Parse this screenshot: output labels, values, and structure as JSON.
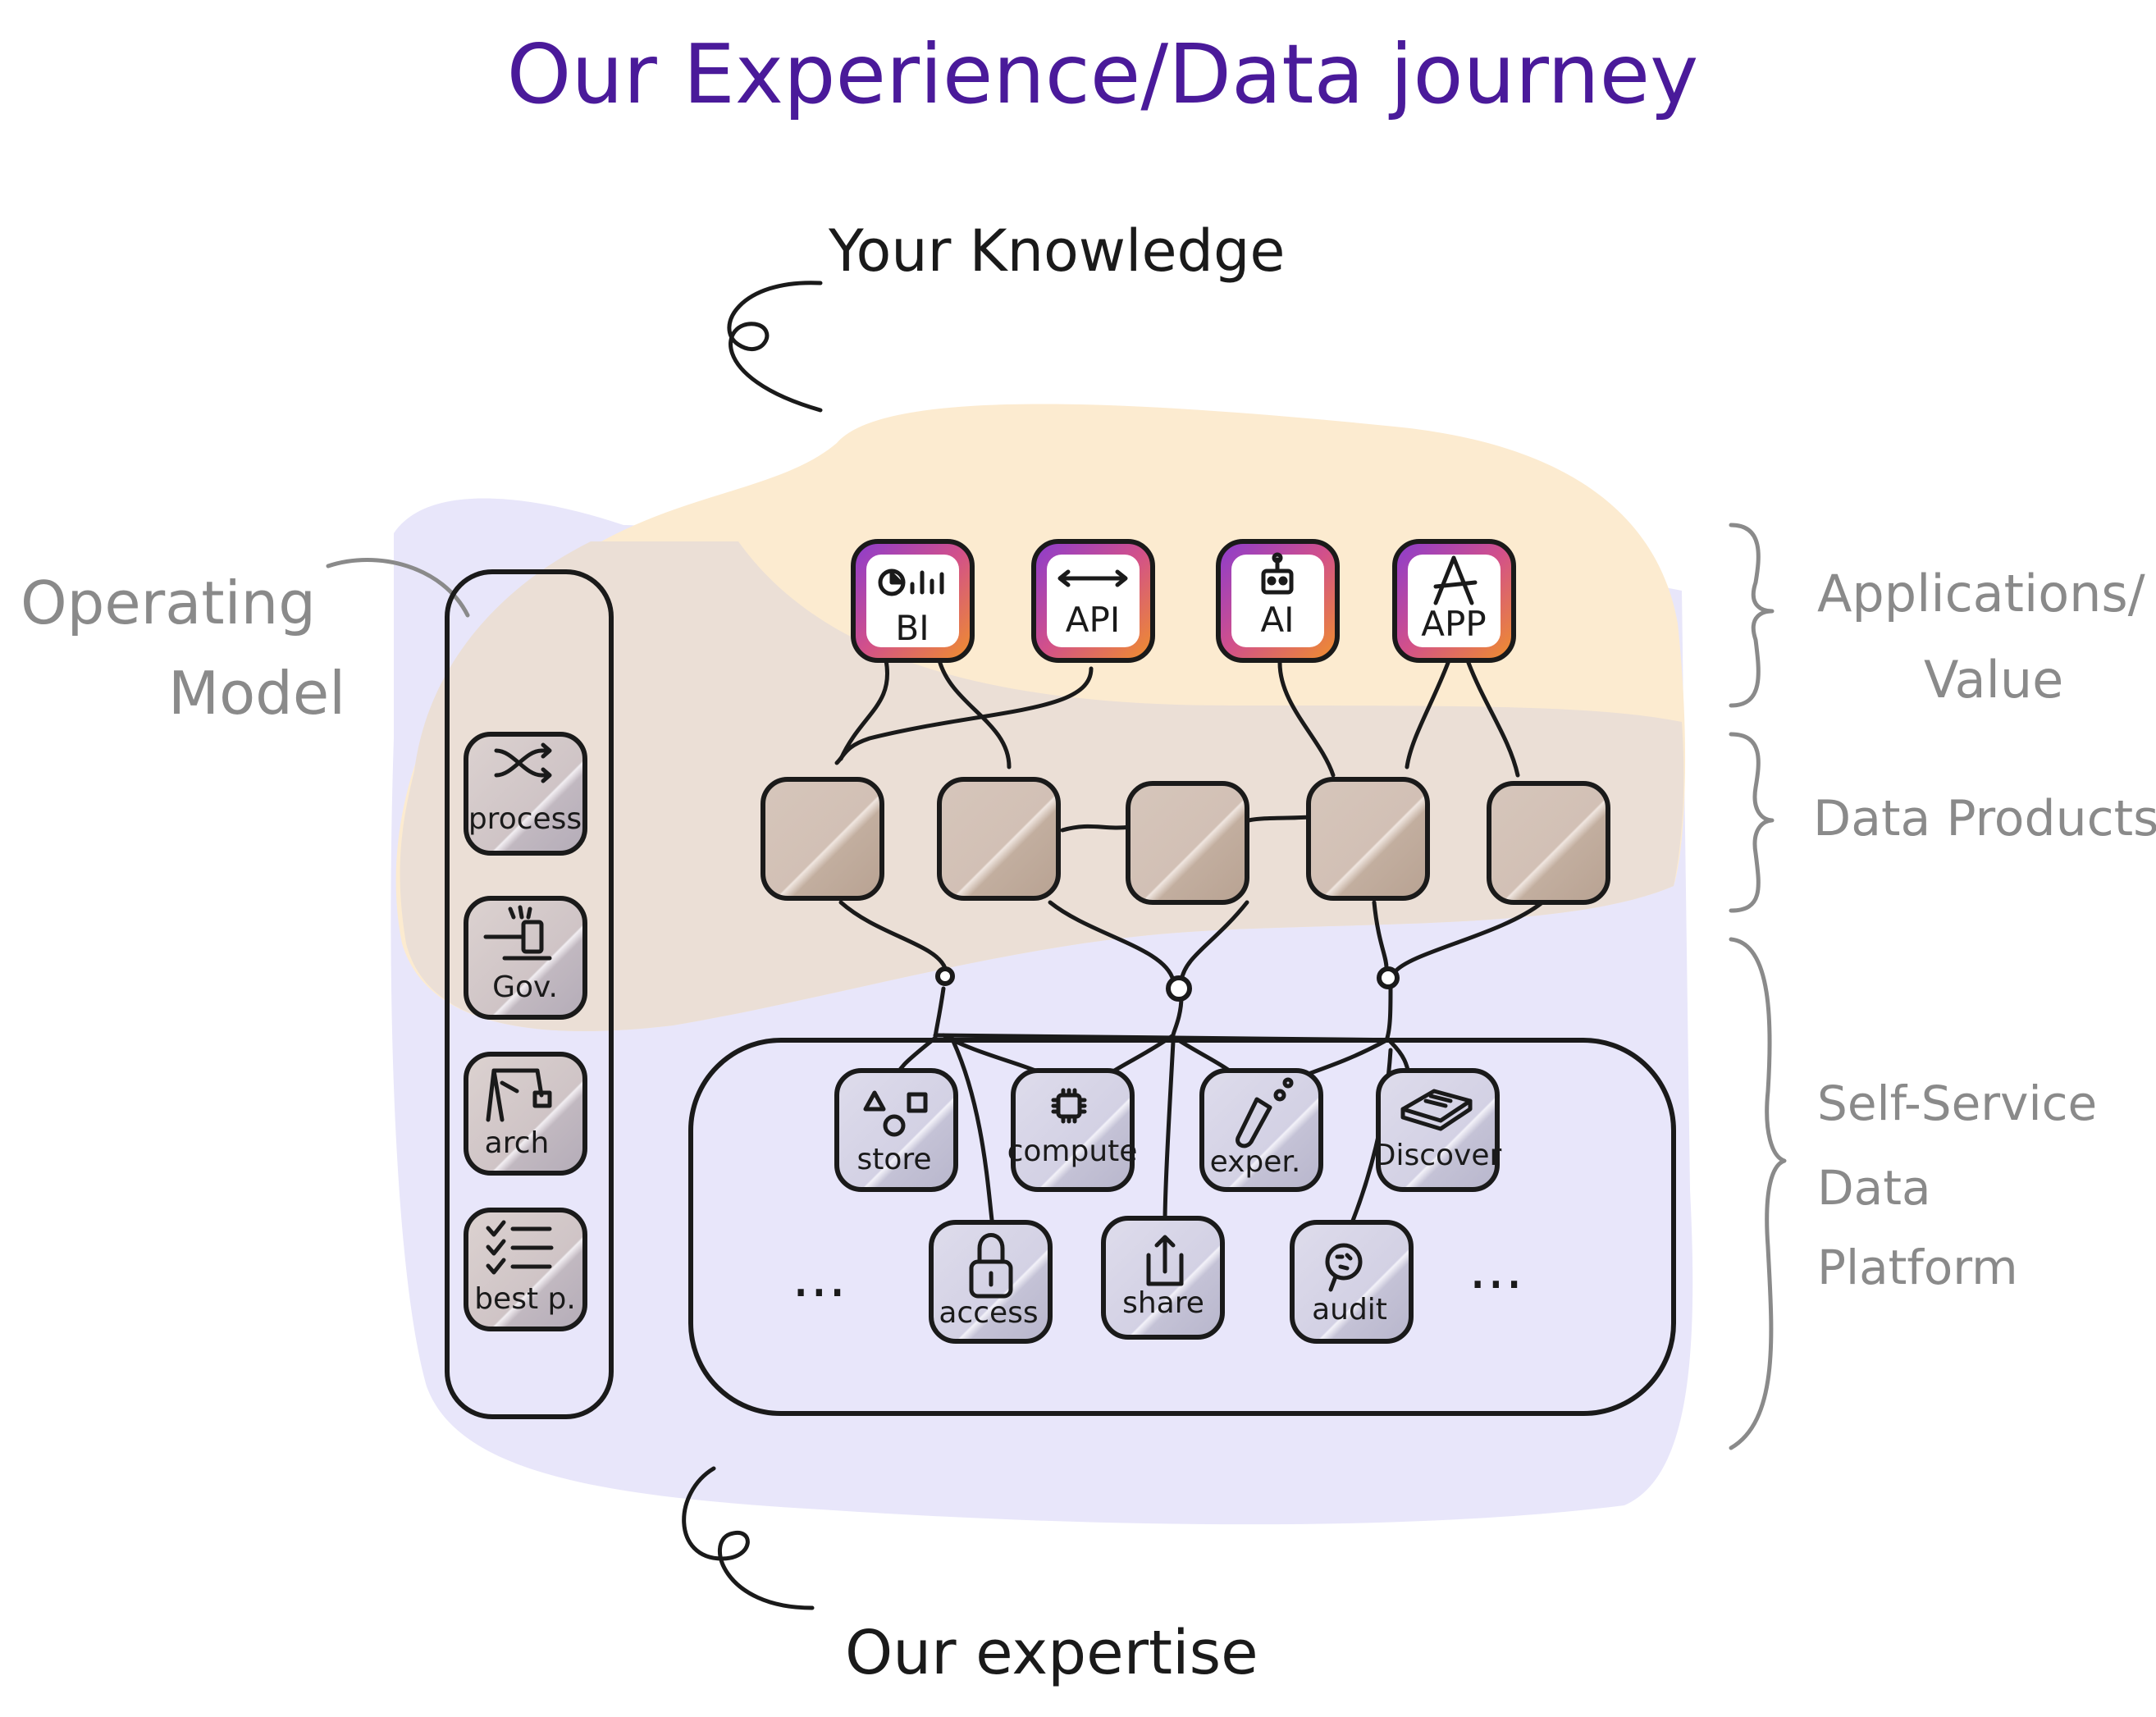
{
  "title": "Our Experience/Data journey",
  "annotations": {
    "top": "Your Knowledge",
    "bottom": "Our expertise",
    "left_line1": "Operating",
    "left_line2": "Model"
  },
  "layers": {
    "applications_line1": "Applications/",
    "applications_line2": "Value",
    "data_products": "Data Products",
    "platform_line1": "Self-Service",
    "platform_line2": "Data",
    "platform_line3": "Platform"
  },
  "applications": [
    {
      "label": "BI",
      "icon": "pie-bar-chart-icon"
    },
    {
      "label": "API",
      "icon": "double-arrow-icon"
    },
    {
      "label": "AI",
      "icon": "robot-icon"
    },
    {
      "label": "APP",
      "icon": "app-store-icon"
    }
  ],
  "operating_model": [
    {
      "label": "process",
      "icon": "shuffle-icon"
    },
    {
      "label": "Gov.",
      "icon": "gavel-icon"
    },
    {
      "label": "arch",
      "icon": "crane-icon"
    },
    {
      "label": "best p.",
      "icon": "checklist-icon"
    }
  ],
  "platform_row1": [
    {
      "label": "store",
      "icon": "shapes-icon"
    },
    {
      "label": "compute",
      "icon": "chip-icon"
    },
    {
      "label": "exper.",
      "icon": "test-tube-icon"
    },
    {
      "label": "Discover",
      "icon": "book-icon"
    }
  ],
  "platform_row2": [
    {
      "label": "access",
      "icon": "padlock-icon"
    },
    {
      "label": "share",
      "icon": "share-icon"
    },
    {
      "label": "audit",
      "icon": "magnifier-icon"
    }
  ],
  "ellipsis": "...",
  "colors": {
    "title": "#4a1a9a",
    "knowledge_area": "#fcebd0",
    "expertise_area": "#e8e6fa",
    "overlap_area": "#ebdfd6",
    "product_tile": "#cdbbb0",
    "app_tile_border": "#c8508a",
    "platform_tile": "#c9c8dc"
  }
}
